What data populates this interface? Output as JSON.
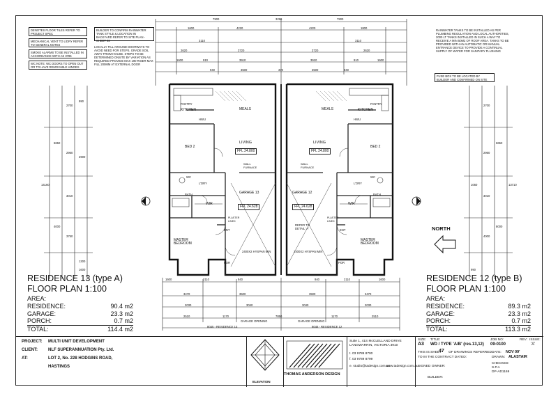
{
  "legend": {
    "floor_tiles": "DENOTES FLOOR TILES REFER TO PROJECT SPEC",
    "vent": "MECHANICAL VENT to l/DRY REFER TO GENERAL NOTES",
    "smoke": "SMOKE ALARMS TO BE INSTALLED IN ACCORDANCE WITH AS 3786",
    "wc": "WC NOTE: WC DOORS TO OPEN OUT OR TO HAVE REMOVABLE HINGES"
  },
  "notes": {
    "tank": "BUILDER TO CONFIRM RAINWATER TANK STYLE & LOCATION IN BACKYARD REFER TO SITE PLAN - SHEET 02",
    "fill": "LOCALLY FILL AROUND DOORWAYS TO AVOID NEED FOR STEPS. GRADE SOIL AWAY FROM HOUSE. STEPS TO BE DETERMINED ONSITE BY VARIATION AS REQUIRED PROVIDE MAX 190 RISER MAX FILL 200mm AT EXTERNAL DOOR",
    "rainwater": "RAINWATER TANKS TO BE INSTALLED AS PER PLUMBING REGULATION AND LOCAL AUTHORITIES, 2000 LT TANKS INSTALLED IN SUCH A WAY TO RECEIVE A MIN 50M2 OF ROOF AREA. TANKS TO BE PROVIDED WITH AN AUTOMATIC OR MANUAL ENTRANCE DEVICE TO PROVIDE A CONTINUAL SUPPLY OF WATER FOR SANITARY FLUSHING",
    "fuse": "FUSE BOX TO BE LOCATED BY BUILDER AND CONFIRMED ON SITE"
  },
  "north_label": "NORTH",
  "top_dims": {
    "overall": "7900",
    "overall_b": "3290",
    "overall_c": "7900",
    "row2": [
      "1600",
      "4220",
      "4220",
      "1800"
    ],
    "row3": [
      "3110",
      "3110"
    ],
    "row4": [
      "2620",
      "3720",
      "3720",
      "2620"
    ],
    "row5": [
      "1600",
      "910",
      "3910",
      "3910",
      "910",
      "1600"
    ],
    "row6": [
      "940",
      "3500",
      "370",
      "3500",
      "940"
    ]
  },
  "side_dims_left": [
    "14160",
    "6650",
    "2700",
    "2960",
    "3010",
    "3750",
    "4000",
    "1300",
    "1600",
    "2900",
    "990"
  ],
  "side_dims_right": [
    "13710",
    "6650",
    "2700",
    "2960",
    "1060",
    "3010",
    "4000",
    "8000",
    "990"
  ],
  "rooms": {
    "left": {
      "kitchen": "KITCHEN",
      "meals": "MEALS",
      "bed2": "BED 2",
      "living": "LIVING",
      "ffl": "FFL 24.800",
      "wall_furnace": "WALL FURNACE",
      "bath": "BATH",
      "wir": "WIR",
      "garage": "GARAGE 13",
      "garage_ffl": "FFL 24.628",
      "master": "MASTER BEDROOM",
      "ent": "ENT",
      "por": "POR",
      "plaster": "PLASTER LINED",
      "lindry": "L'DRY",
      "wc": "WC",
      "pantry": "PANTRY",
      "hwu": "HWU",
      "opening": "2400x2 HYSPAN MIN"
    },
    "right": {
      "kitchen": "KITCHEN",
      "meals": "MEALS",
      "bed2": "BED 2",
      "living": "LIVING",
      "ffl": "FFL 24.800",
      "wall_furnace": "WALL FURNACE",
      "bath": "BATH",
      "wir": "WIR",
      "garage": "GARAGE 12",
      "garage_ffl": "FFL 24.628",
      "master": "MASTER BEDROOM",
      "ent": "ENT",
      "por": "POR",
      "plaster": "PLASTER LINED",
      "lindry": "L'DRY",
      "wc": "WC",
      "pantry": "PANTRY",
      "hwu": "HWU",
      "opening": "2400x2 HYSPAN MIN",
      "detail": "REFER TO DETAIL 'A'"
    }
  },
  "bottom_dims": {
    "row1": [
      "1600",
      "2110",
      "940",
      "940",
      "2110",
      "1600"
    ],
    "row2": [
      "3470",
      "3500",
      "3500",
      "3470"
    ],
    "row3": [
      "2030",
      "3040",
      "3040",
      "2030"
    ],
    "row4": [
      "2510",
      "1170",
      "7850",
      "1170",
      "2510"
    ],
    "row5": [
      "GARAGE OPENING",
      "GARAGE OPENING"
    ],
    "row6": [
      "8045 - RESIDENCE 13",
      "8045 - RESIDENCE 12"
    ]
  },
  "residence13": {
    "title": "RESIDENCE 13 (type A)",
    "plan": "FLOOR PLAN 1:100",
    "area_label": "AREA:",
    "rows": [
      {
        "k": "RESIDENCE:",
        "v": "90.4 m2"
      },
      {
        "k": "GARAGE:",
        "v": "23.3 m2"
      },
      {
        "k": "PORCH:",
        "v": "0.7 m2"
      },
      {
        "k": "TOTAL:",
        "v": "114.4 m2"
      }
    ]
  },
  "residence12": {
    "title": "RESIDENCE 12 (type B)",
    "plan": "FLOOR PLAN 1:100",
    "area_label": "AREA:",
    "rows": [
      {
        "k": "RESIDENCE:",
        "v": "89.3 m2"
      },
      {
        "k": "GARAGE:",
        "v": "23.3 m2"
      },
      {
        "k": "PORCH:",
        "v": "0.7 m2"
      },
      {
        "k": "TOTAL:",
        "v": "113.3 m2"
      }
    ]
  },
  "titleblock": {
    "project_k": "PROJECT:",
    "project_v": "MULTI UNIT DEVELOPMENT",
    "client_k": "CLIENT:",
    "client_v": "NLF SUPERANNUATION Pty. Ltd.",
    "at_k": "AT:",
    "at_v1": "LOT 2, No. 228 HODGINS ROAD,",
    "at_v2": "HASTINGS",
    "elevation": "ELEVATION",
    "firm": "THOMAS ANDERSON DESIGN",
    "address": "Suite 1, 41S McCLELLAND DRIVE LANGWARRIN, VICTORIA 3910",
    "tel": "t. 03 9789 8700",
    "fax": "f. 03 9789 8799",
    "email": "e. studio@tadesign.com.au",
    "web": "www.tadesign.com.au",
    "sheet_text_a": "THIS IS SHEET",
    "sheet_no": "47",
    "sheet_text_b": "OF DRAWINGS REFERRED",
    "sheet_text_c": "TO IN THE CONTRACT DATED:",
    "signed": "SIGNED OWNER:",
    "builder": "BUILDER:",
    "size_k": "SIZE:",
    "size_v": "A3",
    "title_k": "TITLE:",
    "title_v": "WD / TYPE 'A/B' (res.13,12)",
    "job_k": "JOB NO:",
    "job_v": "09-0100",
    "rev_k": "REV:",
    "rev_v": "'A'",
    "issue_k": "ISSUE:",
    "date_k": "DATE:",
    "date_v": "NOV 09'",
    "drawn_k": "DRAWN:",
    "drawn_v": "ALASTAIR",
    "checked_k": "CHECKED:",
    "checked_v": "S.P.A",
    "dp": "DP-AD1169"
  }
}
